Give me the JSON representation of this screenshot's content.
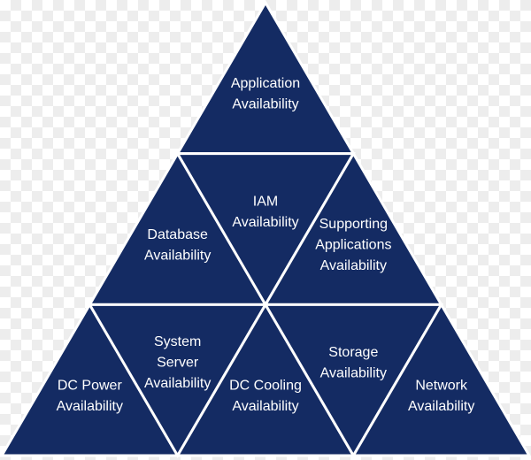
{
  "colors": {
    "tile_fill": "#142b63",
    "tile_border": "#ffffff"
  },
  "pyramid": {
    "tiers": [
      {
        "tiles": [
          {
            "orientation": "up",
            "lines": [
              "Application",
              "Availability"
            ]
          }
        ]
      },
      {
        "tiles": [
          {
            "orientation": "up",
            "lines": [
              "Database",
              "Availability"
            ]
          },
          {
            "orientation": "down",
            "lines": [
              "IAM",
              "Availability"
            ]
          },
          {
            "orientation": "up",
            "lines": [
              "Supporting",
              "Applications",
              "Availability"
            ]
          }
        ]
      },
      {
        "tiles": [
          {
            "orientation": "up",
            "lines": [
              "DC Power",
              "Availability"
            ]
          },
          {
            "orientation": "down",
            "lines": [
              "System",
              "Server",
              "Availability"
            ]
          },
          {
            "orientation": "up",
            "lines": [
              "DC Cooling",
              "Availability"
            ]
          },
          {
            "orientation": "down",
            "lines": [
              "Storage",
              "Availability"
            ]
          },
          {
            "orientation": "up",
            "lines": [
              "Network",
              "Availability"
            ]
          }
        ]
      }
    ]
  }
}
